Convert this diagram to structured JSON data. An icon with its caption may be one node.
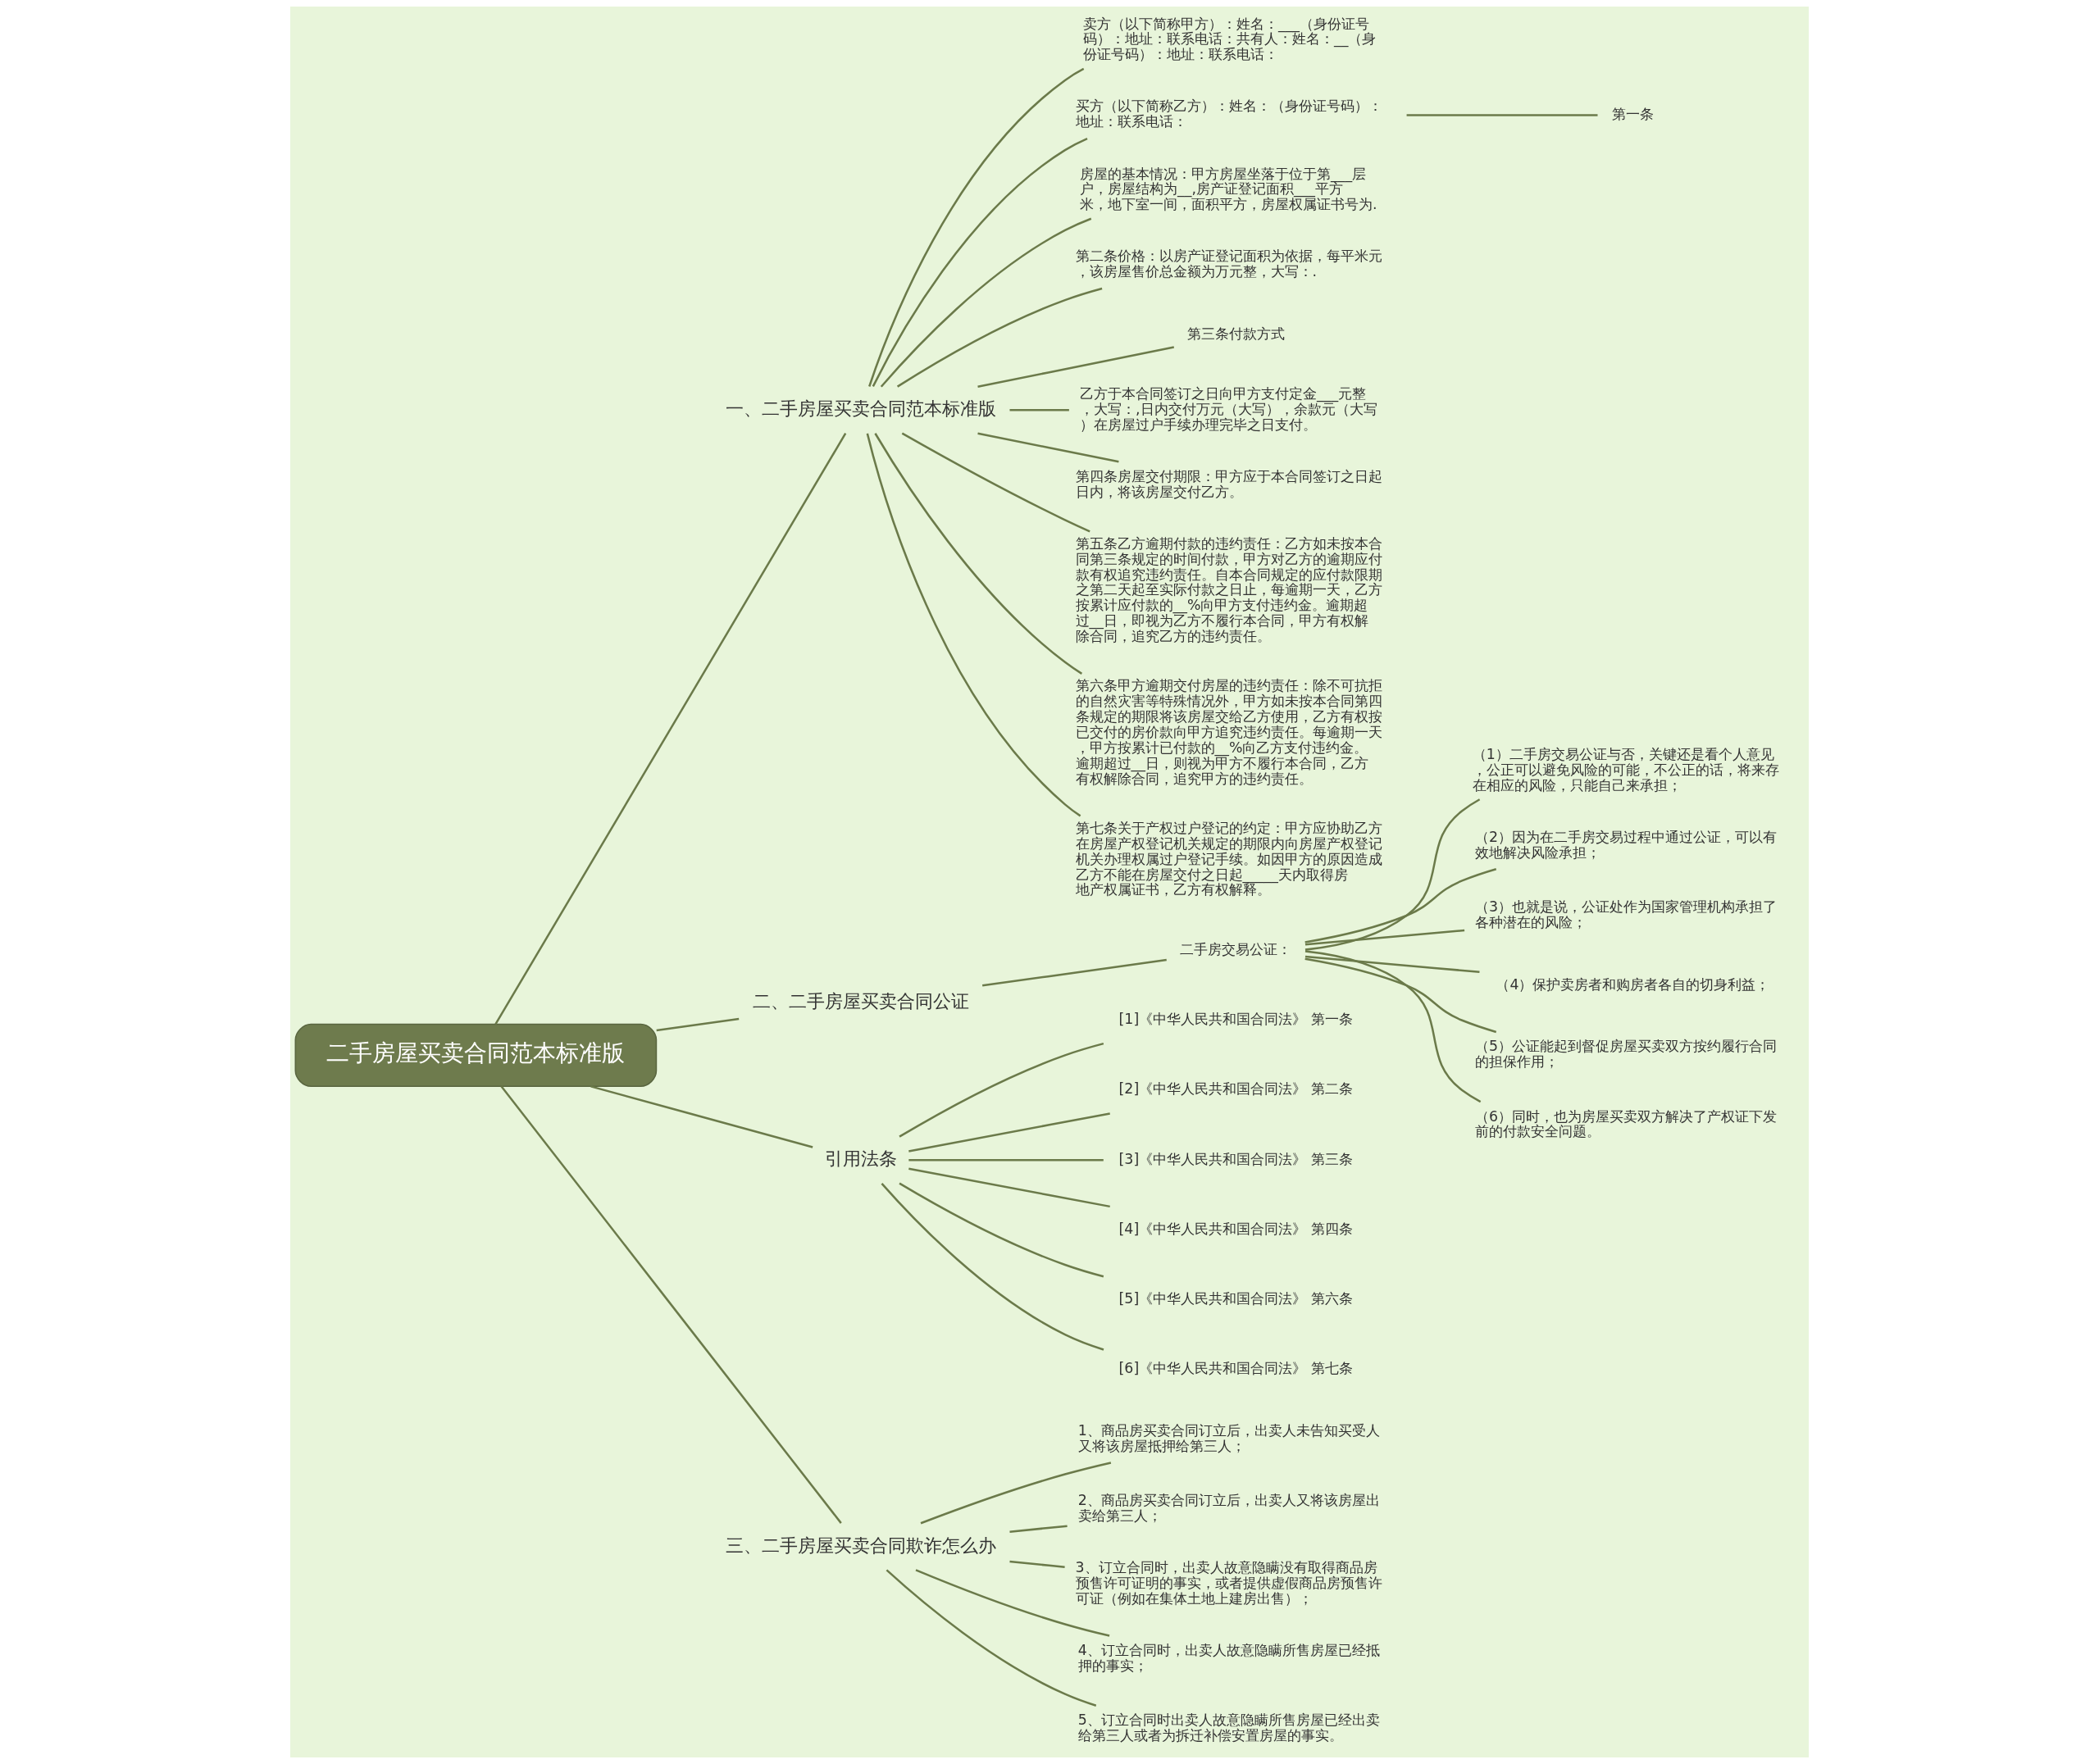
{
  "diagram": {
    "nodes": [
      {
        "text": [
          "二手房屋买卖合同范本标准版"
        ]
      },
      {
        "text": [
          "一、二手房屋买卖合同范本标准版"
        ]
      },
      {
        "text": [
          "卖方（以下简称甲方）：姓名：___（身份证号码）：地址：联系电话：共有人：姓名：__（身份证号码）：地址：联系电话："
        ]
      },
      {
        "text": [
          "买方（以下简称乙方）：姓名：（身份证号码）：地址：联系电话："
        ]
      },
      {
        "text": [
          "房屋的基本情况：甲方房屋坐落于位于第___层户，房屋结构为__,房产证登记面积___平方米，地下室一间，面积平方，房屋权属证书号为."
        ]
      },
      {
        "text": [
          "第二条价格：以房产证登记面积为依据，每平米元，该房屋售价总金额为万元整，大写：."
        ]
      },
      {
        "text": [
          "第三条付款方式"
        ]
      },
      {
        "text": [
          "乙方于本合同签订之日向甲方支付定金___元整，大写：,日内交付万元（大写），余款元（大写）在房屋过户手续办理完毕之日支付。"
        ]
      },
      {
        "text": [
          "第四条房屋交付期限：甲方应于本合同签订之日起日内，将该房屋交付乙方。"
        ]
      },
      {
        "text": [
          "第五条乙方逾期付款的违约责任：乙方如未按本合同第三条规定的时间付款，甲方对乙方的逾期应付款有权追究违约责任。自本合同规定的应付款限期之第二天起至实际付款之日止，每逾期一天，乙方按累计应付款的__%向甲方支付违约金。逾期超过__日，即视为乙方不履行本合同，甲方有权解除合同，追究乙方的违约责任。"
        ]
      },
      {
        "text": [
          "第六条甲方逾期交付房屋的违约责任：除不可抗拒的自然灾害等特殊情况外，甲方如未按本合同第四条规定的期限将该房屋交给乙方使用，乙方有权按已交付的房价款向甲方追究违约责任。每逾期一天，甲方按累计已付款的__%向乙方支付违约金。逾期超过__日，则视为甲方不履行本合同，乙方有权解除合同，追究甲方的违约责任。"
        ]
      },
      {
        "text": [
          "第七条关于产权过户登记的约定：甲方应协助乙方在房屋产权登记机关规定的期限内向房屋产权登记机关办理权属过户登记手续。如因甲方的原因造成乙方不能在房屋交付之日起_____天内取得房地产权属证书，乙方有权解释。"
        ]
      },
      {
        "text": [
          "第一条"
        ]
      },
      {
        "text": [
          "二、二手房屋买卖合同公证"
        ]
      },
      {
        "text": [
          "二手房交易公证："
        ]
      },
      {
        "text": [
          "（1）二手房交易公证与否，关键还是看个人意见，公正可以避免风险的可能，不公正的话，将来存在相应的风险，只能自己来承担；"
        ]
      },
      {
        "text": [
          "（2）因为在二手房交易过程中通过公证，可以有效地解决风险承担；"
        ]
      },
      {
        "text": [
          "（3）也就是说，公证处作为国家管理机构承担了各种潜在的风险；"
        ]
      },
      {
        "text": [
          "（4）保护卖房者和购房者各自的切身利益；"
        ]
      },
      {
        "text": [
          "（5）公证能起到督促房屋买卖双方按约履行合同的担保作用；"
        ]
      },
      {
        "text": [
          "（6）同时，也为房屋买卖双方解决了产权证下发前的付款安全问题。"
        ]
      },
      {
        "text": [
          "引用法条"
        ]
      },
      {
        "text": [
          "[1]《中华人民共和国合同法》 第一条"
        ]
      },
      {
        "text": [
          "[2]《中华人民共和国合同法》 第二条"
        ]
      },
      {
        "text": [
          "[3]《中华人民共和国合同法》 第三条"
        ]
      },
      {
        "text": [
          "[4]《中华人民共和国合同法》 第四条"
        ]
      },
      {
        "text": [
          "[5]《中华人民共和国合同法》 第六条"
        ]
      },
      {
        "text": [
          "[6]《中华人民共和国合同法》 第七条"
        ]
      },
      {
        "text": [
          "三、二手房屋买卖合同欺诈怎么办"
        ]
      },
      {
        "text": [
          "1、商品房买卖合同订立后，出卖人未告知买受人又将该房屋抵押给第三人；"
        ]
      },
      {
        "text": [
          "2、商品房买卖合同订立后，出卖人又将该房屋出卖给第三人；"
        ]
      },
      {
        "text": [
          "3、订立合同时，出卖人故意隐瞒没有取得商品房预售许可证明的事实，或者提供虚假商品房预售许可证（例如在集体土地上建房出售）；"
        ]
      },
      {
        "text": [
          "4、订立合同时，出卖人故意隐瞒所售房屋已经抵押的事实；"
        ]
      },
      {
        "text": [
          "5、订立合同时出卖人故意隐瞒所售房屋已经出卖给第三人或者为拆迁补偿安置房屋的事实。"
        ]
      }
    ],
    "edges": [
      {
        "from": 0,
        "to": 1,
        "arrow": "none"
      },
      {
        "from": 1,
        "to": 2,
        "arrow": "none"
      },
      {
        "from": 1,
        "to": 3,
        "arrow": "none"
      },
      {
        "from": 1,
        "to": 4,
        "arrow": "none"
      },
      {
        "from": 1,
        "to": 5,
        "arrow": "none"
      },
      {
        "from": 1,
        "to": 6,
        "arrow": "none"
      },
      {
        "from": 1,
        "to": 7,
        "arrow": "none"
      },
      {
        "from": 1,
        "to": 8,
        "arrow": "none"
      },
      {
        "from": 1,
        "to": 9,
        "arrow": "none"
      },
      {
        "from": 1,
        "to": 10,
        "arrow": "none"
      },
      {
        "from": 1,
        "to": 11,
        "arrow": "none"
      },
      {
        "from": 3,
        "to": 12,
        "arrow": "none"
      },
      {
        "from": 0,
        "to": 13,
        "arrow": "none"
      },
      {
        "from": 13,
        "to": 14,
        "arrow": "none"
      },
      {
        "from": 14,
        "to": 15,
        "arrow": "none"
      },
      {
        "from": 14,
        "to": 16,
        "arrow": "none"
      },
      {
        "from": 14,
        "to": 17,
        "arrow": "none"
      },
      {
        "from": 14,
        "to": 18,
        "arrow": "none"
      },
      {
        "from": 14,
        "to": 19,
        "arrow": "none"
      },
      {
        "from": 14,
        "to": 20,
        "arrow": "none"
      },
      {
        "from": 0,
        "to": 21,
        "arrow": "none"
      },
      {
        "from": 21,
        "to": 22,
        "arrow": "none"
      },
      {
        "from": 21,
        "to": 23,
        "arrow": "none"
      },
      {
        "from": 21,
        "to": 24,
        "arrow": "none"
      },
      {
        "from": 21,
        "to": 25,
        "arrow": "none"
      },
      {
        "from": 21,
        "to": 26,
        "arrow": "none"
      },
      {
        "from": 21,
        "to": 27,
        "arrow": "none"
      },
      {
        "from": 0,
        "to": 28,
        "arrow": "none"
      },
      {
        "from": 28,
        "to": 29,
        "arrow": "none"
      },
      {
        "from": 28,
        "to": 30,
        "arrow": "none"
      },
      {
        "from": 28,
        "to": 31,
        "arrow": "none"
      },
      {
        "from": 28,
        "to": 32,
        "arrow": "none"
      },
      {
        "from": 28,
        "to": 33,
        "arrow": "none"
      }
    ]
  }
}
